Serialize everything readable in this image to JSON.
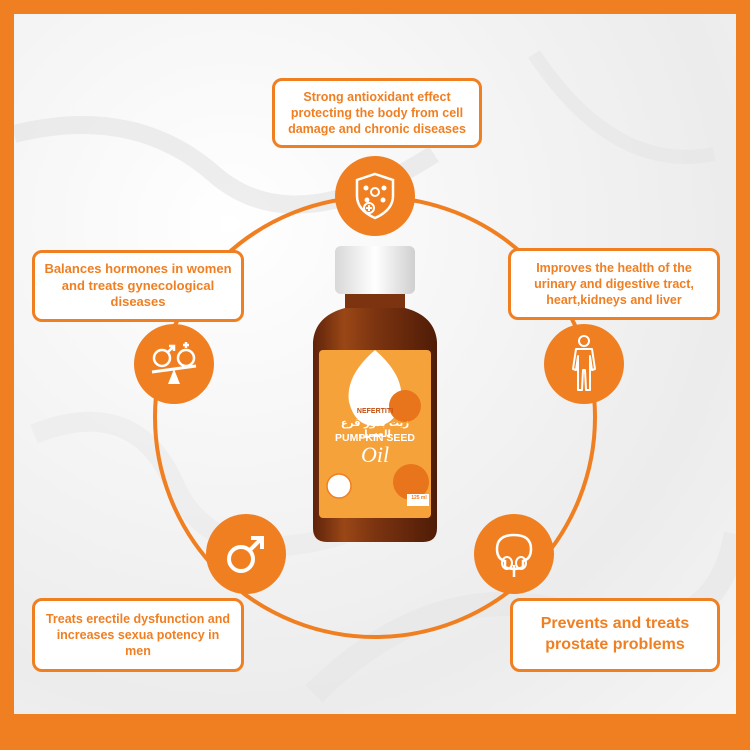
{
  "benefits": {
    "top": "Strong antioxidant effect protecting the body from cell damage and chronic diseases",
    "left": "Balances hormones in women and treats gynecological diseases",
    "right": "Improves the health of the urinary and digestive tract, heart,kidneys and liver",
    "bottom_left": "Treats erectile dysfunction and increases sexua potency in men",
    "bottom_right": "Prevents and treats prostate problems"
  },
  "product": {
    "brand": "NEFERTITI",
    "arabic_name": "زيت بذور قرع العسل",
    "name": "PUMPKIN SEED",
    "script_word": "Oil",
    "volume": "125 ml"
  },
  "colors": {
    "accent": "#f07f22",
    "bottle": "#8b3b12",
    "label": "#f6a23a"
  },
  "icons": [
    "shield-antioxidant-icon",
    "gender-balance-icon",
    "human-body-icon",
    "male-symbol-icon",
    "prostate-icon"
  ]
}
